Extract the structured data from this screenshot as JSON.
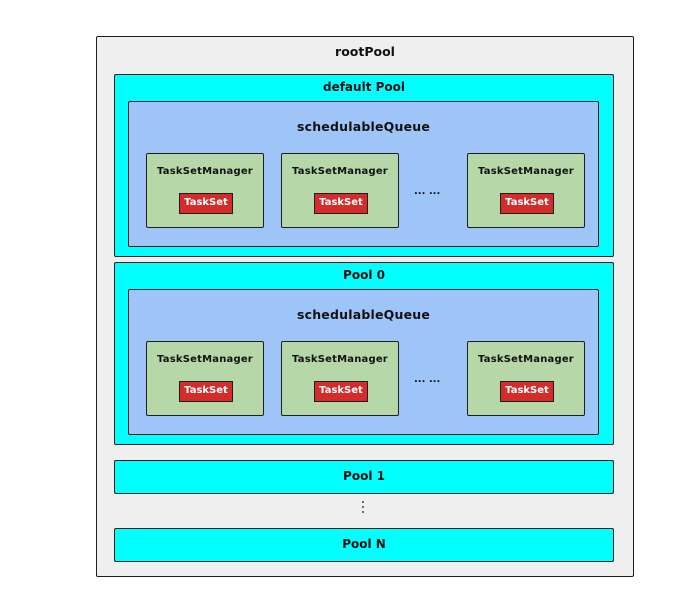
{
  "root_pool": {
    "label": "rootPool"
  },
  "pools": [
    {
      "label": "default Pool",
      "queue": {
        "label": "schedulableQueue",
        "managers": [
          {
            "label": "TaskSetManager",
            "task_set": "TaskSet"
          },
          {
            "label": "TaskSetManager",
            "task_set": "TaskSet"
          },
          {
            "label": "TaskSetManager",
            "task_set": "TaskSet"
          }
        ],
        "ellipsis": "... ..."
      }
    },
    {
      "label": "Pool 0",
      "queue": {
        "label": "schedulableQueue",
        "managers": [
          {
            "label": "TaskSetManager",
            "task_set": "TaskSet"
          },
          {
            "label": "TaskSetManager",
            "task_set": "TaskSet"
          },
          {
            "label": "TaskSetManager",
            "task_set": "TaskSet"
          }
        ],
        "ellipsis": "... ..."
      }
    },
    {
      "label": "Pool 1"
    },
    {
      "label": "Pool N"
    }
  ],
  "colors": {
    "root_fill": "#efefef",
    "pool_fill": "#00ffff",
    "queue_fill": "#9fc5f8",
    "manager_fill": "#b6d7a8",
    "task_set_fill": "#d42b2b",
    "outline": "#1e1e1e"
  }
}
